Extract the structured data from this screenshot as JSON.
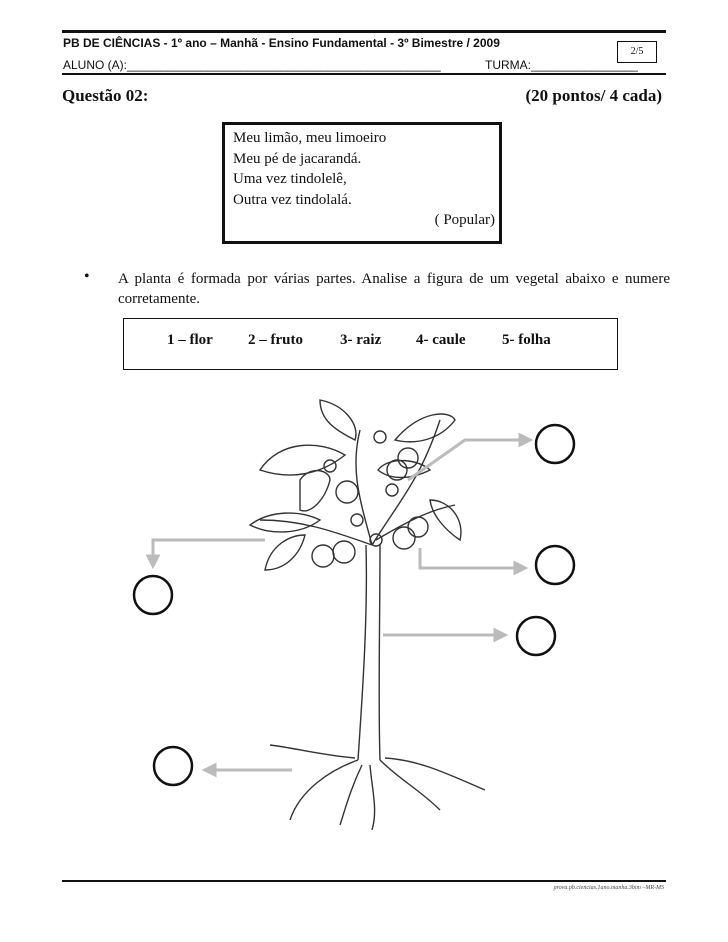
{
  "header": {
    "title": "PB DE CIÊNCIAS - 1º ano – Manhã - Ensino Fundamental   -  3º Bimestre / 2009",
    "student_label": "ALUNO (A):_______________________________________________",
    "class_label": "TURMA:________________",
    "page": "2/5"
  },
  "question": {
    "label": "Questão 02:",
    "points": "(20 pontos/ 4 cada)"
  },
  "poem": {
    "lines": [
      "Meu limão, meu limoeiro",
      "Meu pé de jacarandá.",
      "Uma vez tindolelê,",
      "Outra vez tindolalá."
    ],
    "source": "( Popular)"
  },
  "instruction": "A planta é formada por várias partes. Analise a figura de um vegetal abaixo e numere corretamente.",
  "options": [
    "1 – flor",
    "2 – fruto",
    "3- raiz",
    "4- caule",
    "5- folha"
  ],
  "footer": "prova.pb.ciencias.1ano.manha.3bim –MR-MS"
}
